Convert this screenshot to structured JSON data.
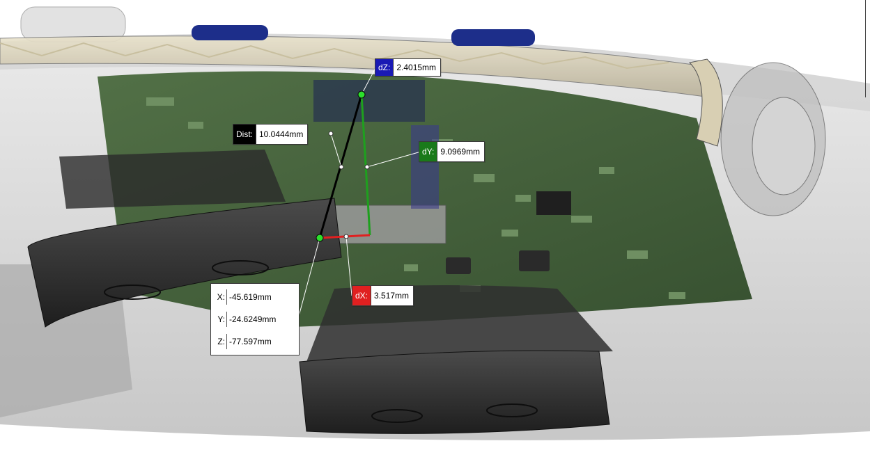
{
  "measure": {
    "dz": {
      "tag": "dZ:",
      "value": "2.4015mm",
      "color": "#1a1ab4"
    },
    "dist": {
      "tag": "Dist:",
      "value": "10.0444mm",
      "color": "#000000"
    },
    "dy": {
      "tag": "dY:",
      "value": "9.0969mm",
      "color": "#1a7a1a"
    },
    "dx": {
      "tag": "dX:",
      "value": "3.517mm",
      "color": "#e02020"
    },
    "point": {
      "x_label": "X:",
      "x_value": "-45.619mm",
      "y_label": "Y:",
      "y_value": "-24.6249mm",
      "z_label": "Z:",
      "z_value": "-77.597mm"
    }
  }
}
